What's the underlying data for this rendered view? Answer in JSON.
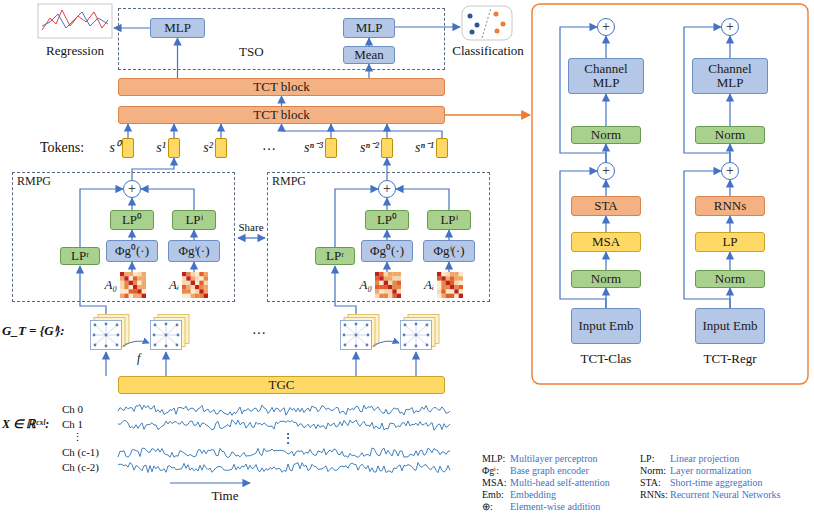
{
  "diagram": {
    "nodes": [
      {
        "text": [
          "TSO"
        ]
      },
      {
        "text": [
          "MLP"
        ],
        "in": 0
      },
      {
        "text": [
          "MLP"
        ],
        "in": 0
      },
      {
        "text": [
          "Mean"
        ],
        "in": 0
      },
      {
        "text": [
          "TCT block"
        ]
      },
      {
        "text": [
          "TCT block"
        ]
      },
      {
        "text": [
          "s⁰"
        ]
      },
      {
        "text": [
          "s¹"
        ]
      },
      {
        "text": [
          "s²"
        ]
      },
      {
        "text": [
          "sⁿ⁻³"
        ]
      },
      {
        "text": [
          "sⁿ⁻²"
        ]
      },
      {
        "text": [
          "sⁿ⁻¹"
        ]
      },
      {
        "text": [
          "RMPG"
        ]
      },
      {
        "text": [
          "+"
        ],
        "in": 12
      },
      {
        "text": [
          "LP⁰"
        ],
        "in": 12
      },
      {
        "text": [
          "LPⁱ"
        ],
        "in": 12
      },
      {
        "text": [
          "LPʳ"
        ],
        "in": 12
      },
      {
        "text": [
          "Φg⁰(·)"
        ],
        "in": 12
      },
      {
        "text": [
          "Φgⁱ(·)"
        ],
        "in": 12
      },
      {
        "text": [
          "A₀"
        ],
        "in": 12
      },
      {
        "text": [
          "Aᵢ"
        ],
        "in": 12
      },
      {
        "text": [
          "RMPG"
        ]
      },
      {
        "text": [
          "+"
        ],
        "in": 21
      },
      {
        "text": [
          "LP⁰"
        ],
        "in": 21
      },
      {
        "text": [
          "LPⁱ"
        ],
        "in": 21
      },
      {
        "text": [
          "LPʳ"
        ],
        "in": 21
      },
      {
        "text": [
          "Φg⁰(·)"
        ],
        "in": 21
      },
      {
        "text": [
          "Φgⁱ(·)"
        ],
        "in": 21
      },
      {
        "text": [
          "A₀"
        ],
        "in": 21
      },
      {
        "text": [
          "Aᵢ"
        ],
        "in": 21
      },
      {
        "text": [
          "TGC"
        ]
      },
      {
        "text": [
          "Input Emb"
        ]
      },
      {
        "text": [
          "Norm"
        ]
      },
      {
        "text": [
          "MSA"
        ]
      },
      {
        "text": [
          "STA"
        ]
      },
      {
        "text": [
          "+"
        ]
      },
      {
        "text": [
          "Norm"
        ]
      },
      {
        "text": [
          "Channel MLP"
        ]
      },
      {
        "text": [
          "+"
        ]
      },
      {
        "text": [
          "Input Emb"
        ]
      },
      {
        "text": [
          "Norm"
        ]
      },
      {
        "text": [
          "LP"
        ]
      },
      {
        "text": [
          "RNNs"
        ]
      },
      {
        "text": [
          "+"
        ]
      },
      {
        "text": [
          "Norm"
        ]
      },
      {
        "text": [
          "Channel MLP"
        ]
      },
      {
        "text": [
          "+"
        ]
      }
    ],
    "edges": [
      {
        "from": 4,
        "to": 1,
        "arrow": "to"
      },
      {
        "from": 4,
        "to": 3,
        "arrow": "to"
      },
      {
        "from": 3,
        "to": 2,
        "arrow": "to"
      },
      {
        "from": 5,
        "to": 4,
        "arrow": "to"
      },
      {
        "from": 6,
        "to": 5,
        "arrow": "to"
      },
      {
        "from": 7,
        "to": 5,
        "arrow": "to"
      },
      {
        "from": 8,
        "to": 5,
        "arrow": "to"
      },
      {
        "from": 9,
        "to": 5,
        "arrow": "to"
      },
      {
        "from": 10,
        "to": 5,
        "arrow": "to"
      },
      {
        "from": 11,
        "to": 5,
        "arrow": "to"
      },
      {
        "from": 13,
        "to": 7,
        "arrow": "to"
      },
      {
        "from": 14,
        "to": 13,
        "arrow": "to"
      },
      {
        "from": 15,
        "to": 13,
        "arrow": "to"
      },
      {
        "from": 16,
        "to": 13,
        "arrow": "to"
      },
      {
        "from": 17,
        "to": 14,
        "arrow": "to"
      },
      {
        "from": 18,
        "to": 15,
        "arrow": "to"
      },
      {
        "from": 19,
        "to": 17,
        "arrow": "to"
      },
      {
        "from": 20,
        "to": 18,
        "arrow": "to"
      },
      {
        "from": 22,
        "to": 10,
        "arrow": "to"
      },
      {
        "from": 23,
        "to": 22,
        "arrow": "to"
      },
      {
        "from": 24,
        "to": 22,
        "arrow": "to"
      },
      {
        "from": 25,
        "to": 22,
        "arrow": "to"
      },
      {
        "from": 26,
        "to": 23,
        "arrow": "to"
      },
      {
        "from": 27,
        "to": 24,
        "arrow": "to"
      },
      {
        "from": 28,
        "to": 26,
        "arrow": "to"
      },
      {
        "from": 29,
        "to": 27,
        "arrow": "to"
      },
      {
        "from": 31,
        "to": 32,
        "arrow": "to"
      },
      {
        "from": 32,
        "to": 33,
        "arrow": "to"
      },
      {
        "from": 33,
        "to": 34,
        "arrow": "to"
      },
      {
        "from": 34,
        "to": 35,
        "arrow": "to"
      },
      {
        "from": 35,
        "to": 36,
        "arrow": "to"
      },
      {
        "from": 36,
        "to": 37,
        "arrow": "to"
      },
      {
        "from": 37,
        "to": 38,
        "arrow": "to"
      },
      {
        "from": 31,
        "to": 35,
        "arrow": "to"
      },
      {
        "from": 35,
        "to": 38,
        "arrow": "to"
      },
      {
        "from": 39,
        "to": 40,
        "arrow": "to"
      },
      {
        "from": 40,
        "to": 41,
        "arrow": "to"
      },
      {
        "from": 41,
        "to": 42,
        "arrow": "to"
      },
      {
        "from": 42,
        "to": 43,
        "arrow": "to"
      },
      {
        "from": 43,
        "to": 44,
        "arrow": "to"
      },
      {
        "from": 44,
        "to": 45,
        "arrow": "to"
      },
      {
        "from": 45,
        "to": 46,
        "arrow": "to"
      },
      {
        "from": 39,
        "to": 43,
        "arrow": "to"
      },
      {
        "from": 43,
        "to": 46,
        "arrow": "to"
      }
    ],
    "labels": [
      "Regression",
      "Classification",
      "Tokens:",
      "…",
      "Share",
      "G_T = {Gⁱ}:",
      "f",
      "…",
      "Ch 0",
      "X ∈ ℝᶜˣˡ:",
      "Ch 1",
      "⋮",
      "Ch (c-1)",
      "Ch (c-2)",
      "⋮",
      "Time",
      "TCT-Clas",
      "TCT-Regr",
      "MLP:",
      "Multilayer perceptron",
      "LP:",
      "Linear projection",
      "Φgⁱ:",
      "Base graph encoder",
      "Norm:",
      "Layer normalization",
      "MSA:",
      "Multi-head self-attention",
      "STA:",
      "Short-time aggregation",
      "Emb:",
      "Embedding",
      "RNNs:",
      "Recurrent Neural Networks",
      "⊕:",
      "Element-wise addition"
    ]
  }
}
